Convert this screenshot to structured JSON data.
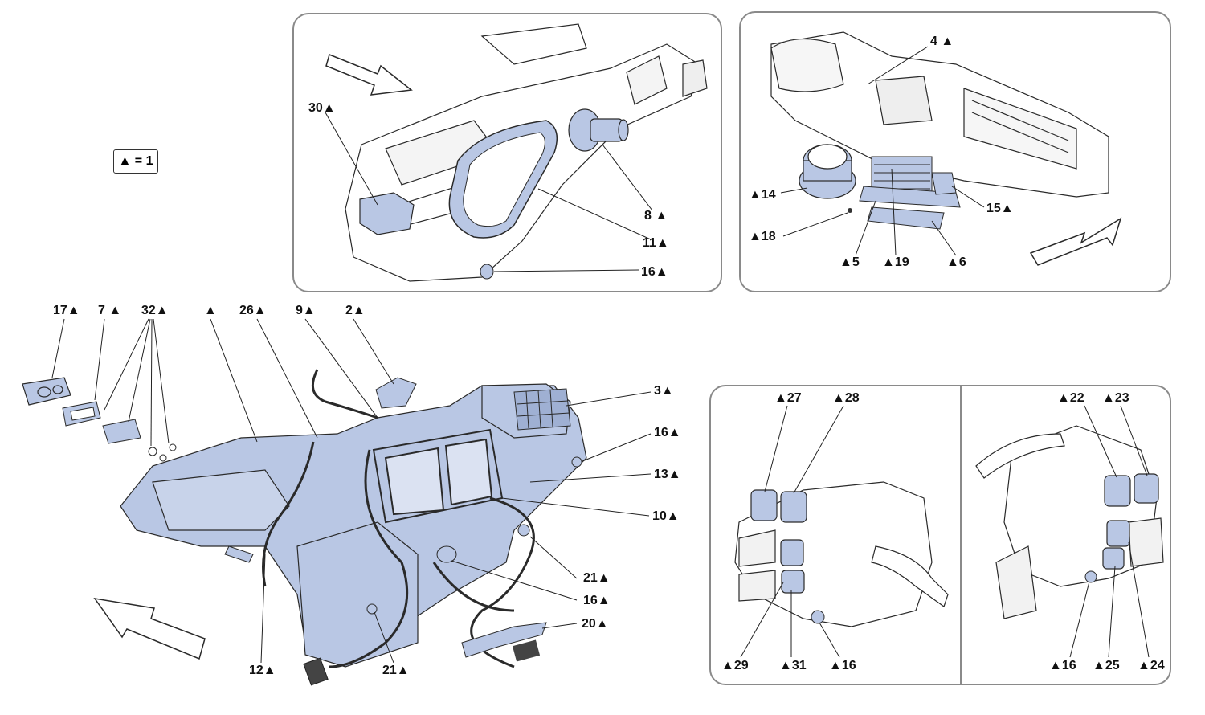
{
  "legend": {
    "text": "▲ = 1"
  },
  "colors": {
    "part_fill": "#b9c7e4",
    "part_stroke": "#2a2a2a",
    "frame": "#8a8a8a",
    "line": "#222222"
  },
  "panels": {
    "top_center": {
      "labels": [
        "30▲",
        "8 ▲",
        "11▲",
        "16▲"
      ]
    },
    "top_right": {
      "labels": [
        "4 ▲",
        "▲14",
        "▲18",
        "15▲",
        "▲5",
        "▲19",
        "▲6"
      ]
    },
    "main": {
      "labels": [
        "17▲",
        "7 ▲",
        "32▲",
        "▲",
        "26▲",
        "9▲",
        "2▲",
        "3▲",
        "16▲",
        "13▲",
        "10▲",
        "21▲",
        "16▲",
        "20▲",
        "12▲",
        "21▲"
      ]
    },
    "bottom_left": {
      "labels": [
        "▲27",
        "▲28",
        "▲29",
        "▲31",
        "▲16"
      ]
    },
    "bottom_right": {
      "labels": [
        "▲22",
        "▲23",
        "▲16",
        "▲25",
        "▲24"
      ]
    }
  }
}
